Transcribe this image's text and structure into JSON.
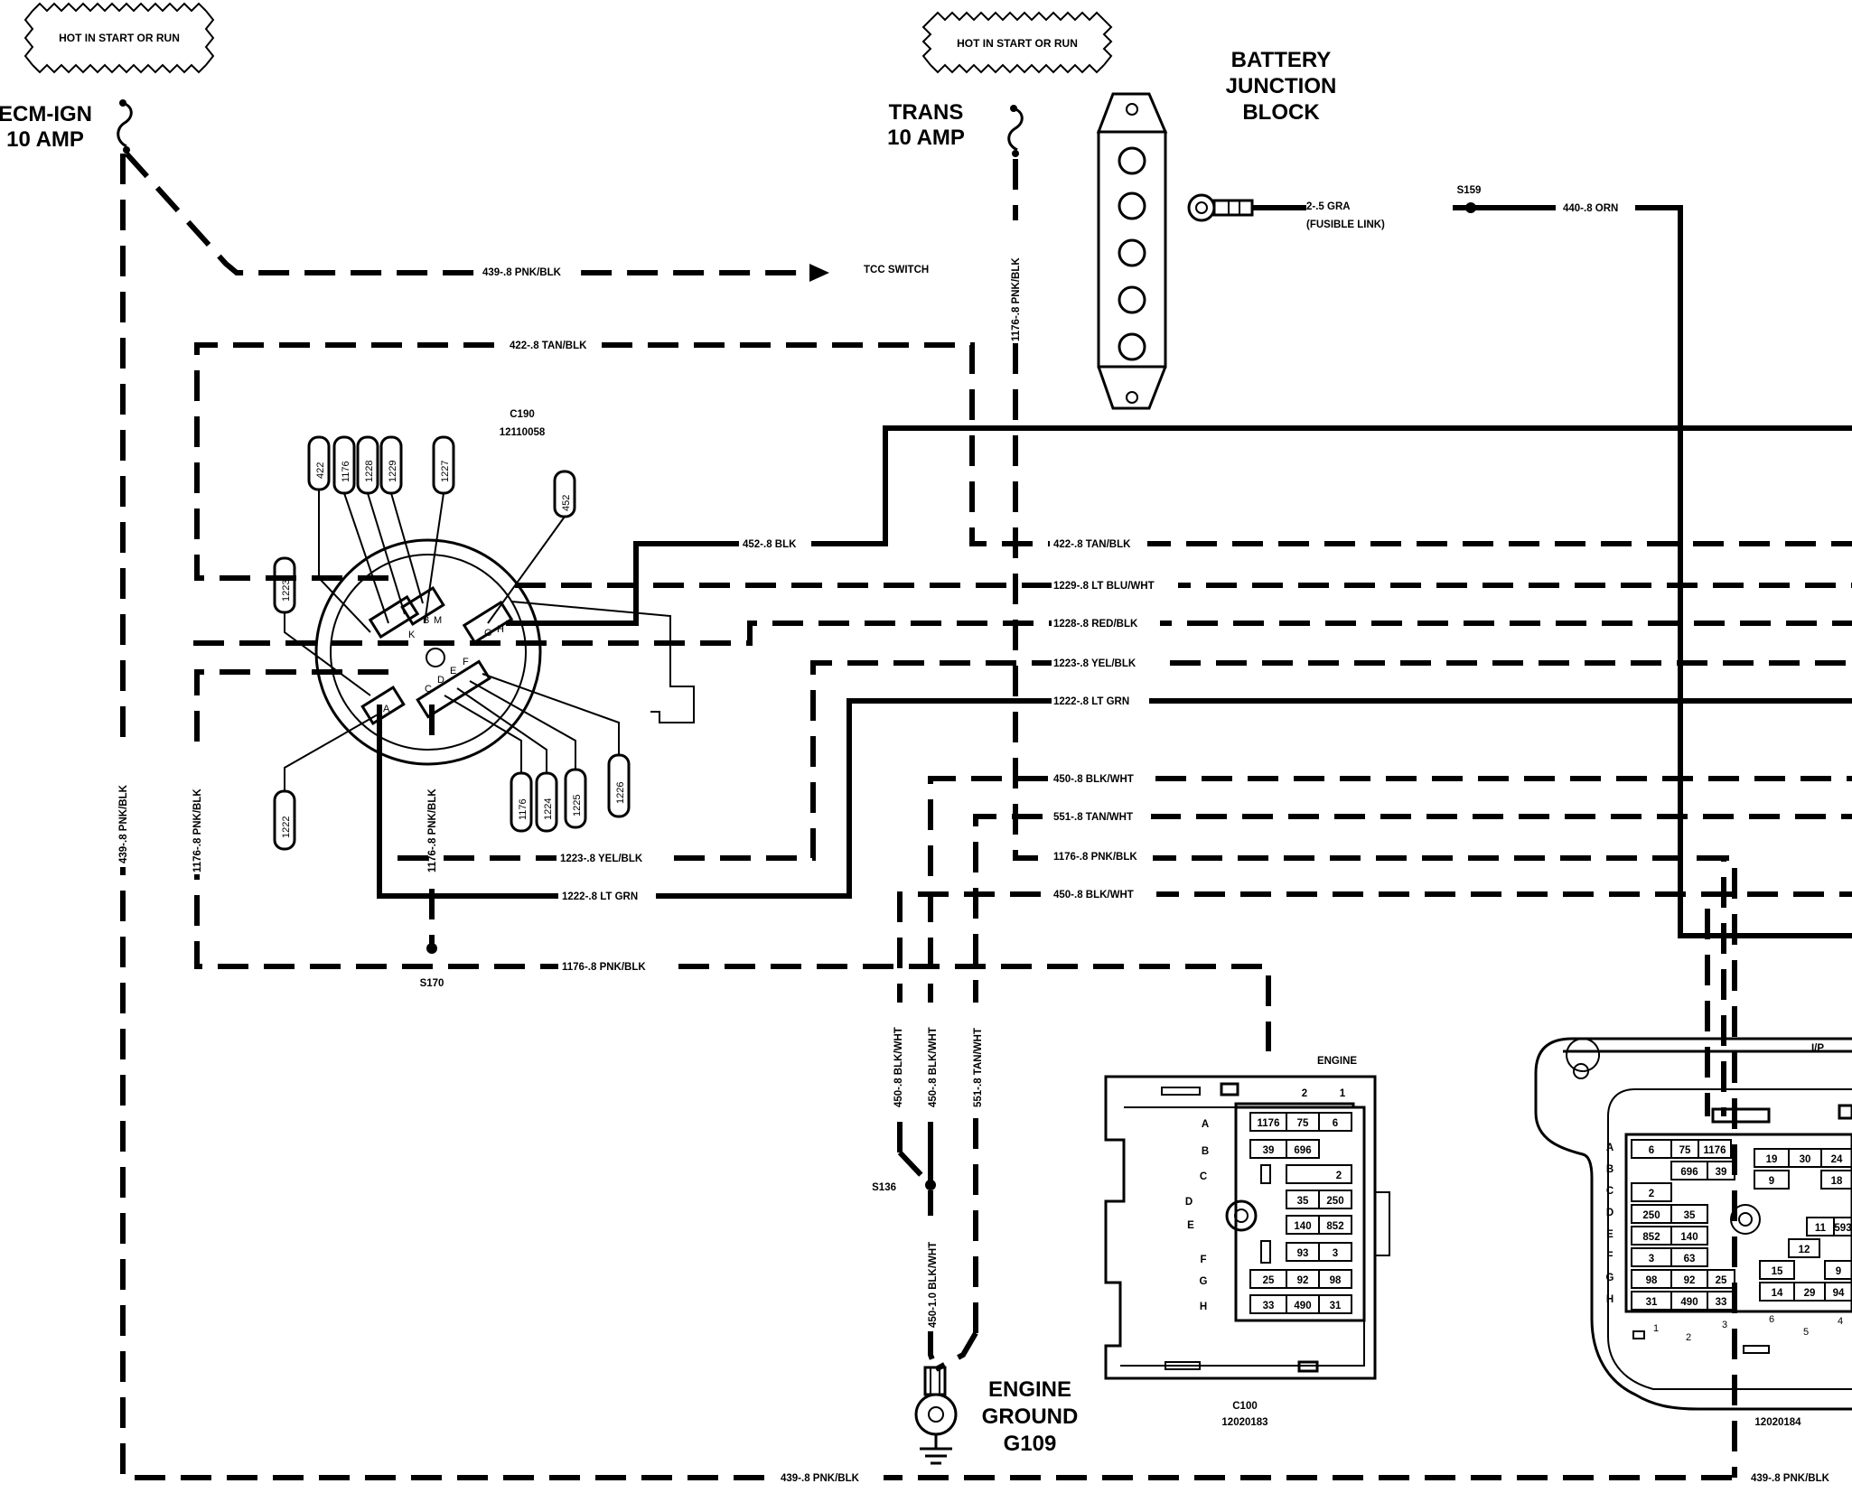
{
  "notes": {
    "hot_left": "HOT IN START OR RUN",
    "hot_mid": "HOT IN START OR RUN"
  },
  "fuses": {
    "ecm_ign": [
      "ECM-IGN",
      "10 AMP"
    ],
    "trans": [
      "TRANS",
      "10 AMP"
    ]
  },
  "battery_block": [
    "BATTERY",
    "JUNCTION",
    "BLOCK"
  ],
  "engine_ground": [
    "ENGINE",
    "GROUND",
    "G109"
  ],
  "splices": {
    "s159": "S159",
    "s170": "S170",
    "s136": "S136"
  },
  "wires": {
    "w439_top": "439-.8 PNK/BLK",
    "tcc": "TCC SWITCH",
    "w1176_v_top": "1176-.8 PNK/BLK",
    "w422_top": "422-.8 TAN/BLK",
    "w2_fusible": "2-.5 GRA",
    "fusible": "(FUSIBLE LINK)",
    "w440": "440-.8 ORN",
    "w452": "452-.8 BLK",
    "w422": "422-.8 TAN/BLK",
    "w1229": "1229-.8 LT BLU/WHT",
    "w1228": "1228-.8 RED/BLK",
    "w1223": "1223-.8 YEL/BLK",
    "w1222": "1222-.8 LT GRN",
    "w450a": "450-.8 BLK/WHT",
    "w551": "551-.8 TAN/WHT",
    "w1176_r": "1176-.8 PNK/BLK",
    "w450b": "450-.8 BLK/WHT",
    "w1223_low": "1223-.8 YEL/BLK",
    "w1222_low": "1222-.8 LT GRN",
    "w1176_low": "1176-.8 PNK/BLK",
    "w439_left_v": "439-.8 PNK/BLK",
    "w1176_left_v": "1176-.8 PNK/BLK",
    "w1176_sw_v": "1176-.8 PNK/BLK",
    "w450_v1": "450-.8 BLK/WHT",
    "w450_v2": "450-.8 BLK/WHT",
    "w551_v": "551-.8 TAN/WHT",
    "w450_10": "450-1.0 BLK/WHT",
    "w439_bottom_a": "439-.8 PNK/BLK",
    "w439_bottom_b": "439-.8 PNK/BLK"
  },
  "switch": {
    "conn": "C190",
    "part": "12110058",
    "tags_top": [
      "422",
      "1176",
      "1228",
      "1229",
      "1227",
      "452"
    ],
    "tag_left": "1223",
    "tag_bottom_left": "1222",
    "tags_bottom": [
      "1176",
      "1224",
      "1225",
      "1226"
    ],
    "pins": [
      "K",
      "B",
      "M",
      "G",
      "H",
      "A",
      "C",
      "D",
      "E",
      "F"
    ]
  },
  "c100": {
    "title": "ENGINE",
    "conn": "C100",
    "part": "12020183",
    "cols": [
      "2",
      "1"
    ],
    "rows": [
      "A",
      "B",
      "C",
      "D",
      "E",
      "F",
      "G",
      "H"
    ],
    "cells": [
      "1176",
      "75",
      "6",
      "39",
      "696",
      "2",
      "35",
      "250",
      "140",
      "852",
      "93",
      "3",
      "25",
      "92",
      "98",
      "33",
      "490",
      "31"
    ]
  },
  "c100b": {
    "title": "I/P",
    "part": "12020184",
    "rows": [
      "A",
      "B",
      "C",
      "D",
      "E",
      "F",
      "G",
      "H"
    ],
    "cells": [
      "6",
      "75",
      "1176",
      "696",
      "39",
      "2",
      "250",
      "35",
      "852",
      "140",
      "3",
      "63",
      "98",
      "92",
      "25",
      "31",
      "490",
      "33",
      "19",
      "30",
      "24",
      "9",
      "18",
      "11",
      "593",
      "12",
      "15",
      "9",
      "14",
      "29",
      "94"
    ],
    "pin_nums": [
      "1",
      "2",
      "3",
      "4",
      "5",
      "6"
    ]
  }
}
